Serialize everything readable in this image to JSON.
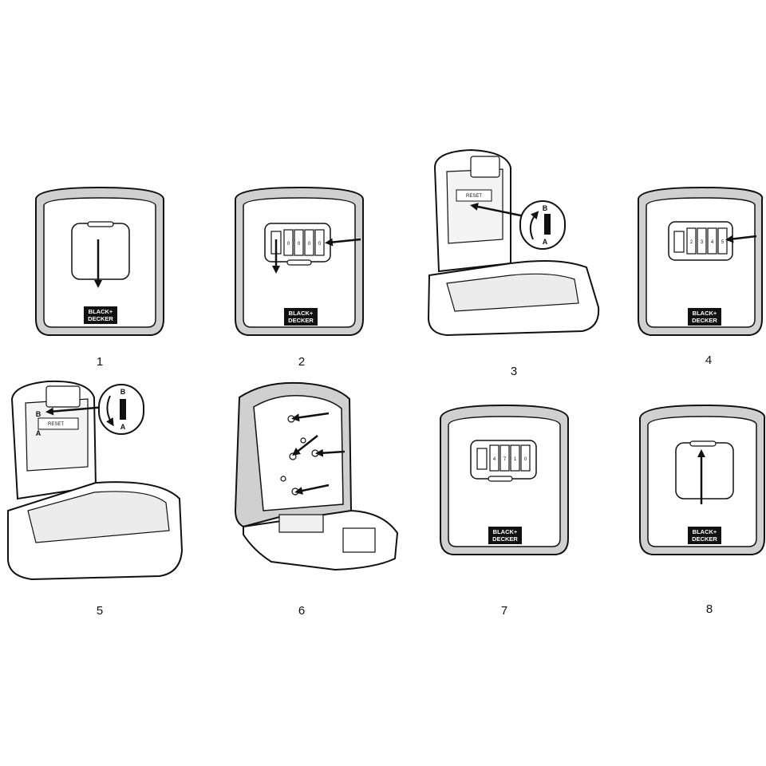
{
  "steps": [
    {
      "number": "1"
    },
    {
      "number": "2",
      "dial_digits": [
        "0",
        "0",
        "0",
        "0"
      ]
    },
    {
      "number": "3",
      "switch_top": "B",
      "switch_bottom": "A",
      "reset_label": "RESET"
    },
    {
      "number": "4",
      "dial_digits": [
        "2",
        "3",
        "4",
        "5"
      ]
    },
    {
      "number": "5",
      "switch_top": "B",
      "switch_bottom": "A",
      "reset_label": "RESET"
    },
    {
      "number": "6"
    },
    {
      "number": "7",
      "dial_digits": [
        "4",
        "7",
        "1",
        "0"
      ]
    },
    {
      "number": "8"
    }
  ],
  "brand": {
    "line1": "BLACK+",
    "line2": "DECKER"
  },
  "colors": {
    "ink": "#111111",
    "paper": "#ffffff",
    "rim": "#c8c8c8"
  }
}
